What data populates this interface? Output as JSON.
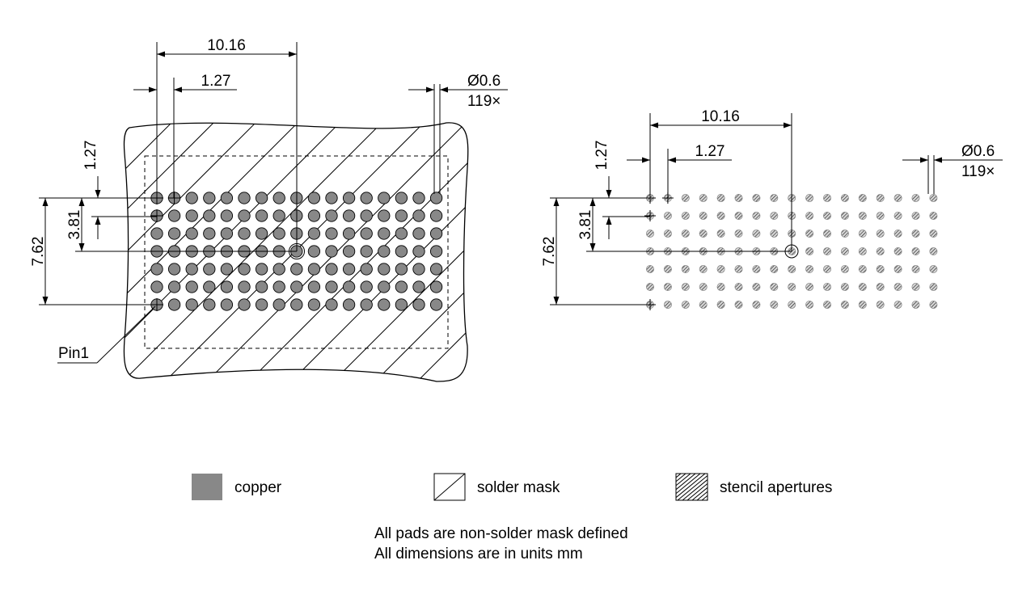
{
  "pad_grid": {
    "columns": 17,
    "rows": 7,
    "pitch_mm": 1.27,
    "pad_count": 119
  },
  "dimensions": {
    "span_x": "10.16",
    "pitch_x": "1.27",
    "pitch_y": "1.27",
    "half_y": "3.81",
    "span_y": "7.62",
    "pad_diameter": "Ø0.6",
    "pad_count": "119×"
  },
  "pin1_label": "Pin1",
  "legend": [
    {
      "label": "copper",
      "swatch": "fill",
      "color": "#888888"
    },
    {
      "label": "solder mask",
      "swatch": "single-hatch"
    },
    {
      "label": "stencil apertures",
      "swatch": "dense-hatch"
    }
  ],
  "notes": [
    "All pads are non-solder mask defined",
    "All dimensions are in units mm"
  ],
  "colors": {
    "copper": "#888888",
    "stencil_pad": "#8c8c8c",
    "line": "#000000"
  }
}
